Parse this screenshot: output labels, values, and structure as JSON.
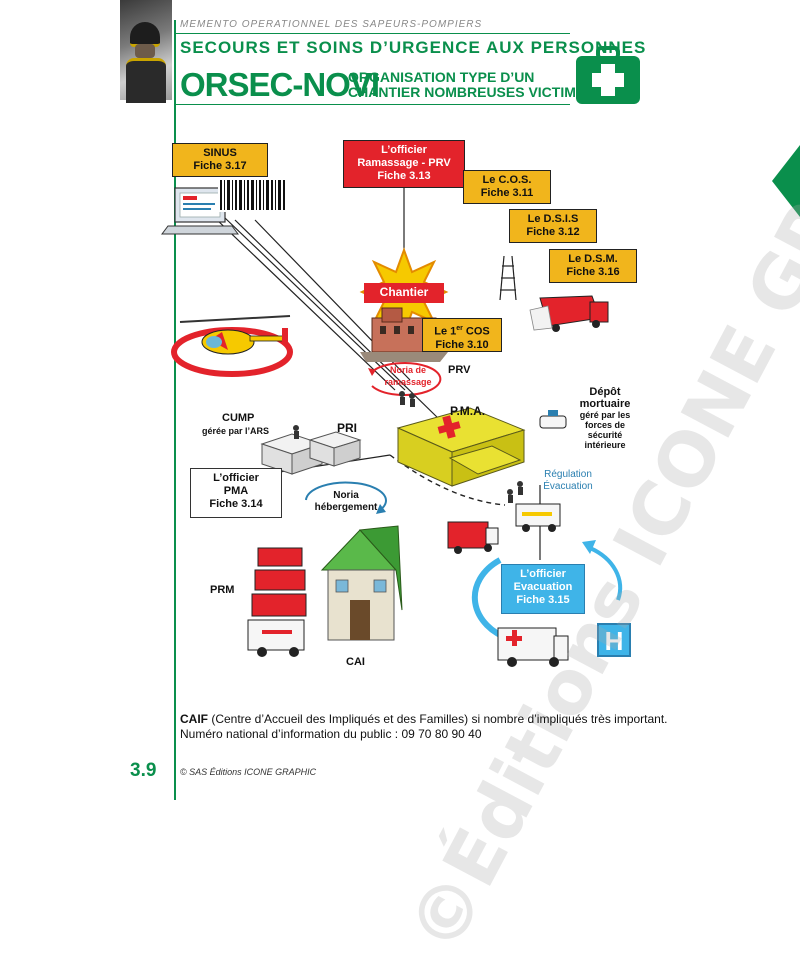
{
  "header": {
    "series": "MEMENTO OPERATIONNEL DES SAPEURS-POMPIERS",
    "section": "SECOURS ET SOINS D’URGENCE AUX PERSONNES",
    "title": "ORSEC-NOVI",
    "subtitle_line1": "ORGANISATION TYPE D’UN",
    "subtitle_line2": "CHANTIER NOMBREUSES VICTIMES"
  },
  "boxes": {
    "sinus": {
      "line1": "SINUS",
      "line2": "Fiche 3.17"
    },
    "officier_ramassage": {
      "line1": "L’officier",
      "line2": "Ramassage - PRV",
      "line3": "Fiche 3.13"
    },
    "cos": {
      "line1": "Le C.O.S.",
      "line2": "Fiche 3.11"
    },
    "dsis": {
      "line1": "Le D.S.I.S",
      "line2": "Fiche 3.12"
    },
    "dsm": {
      "line1": "Le D.S.M.",
      "line2": "Fiche 3.16"
    },
    "premier_cos": {
      "line1a": "Le 1",
      "line1sup": "er",
      "line1b": " COS",
      "line2": "Fiche 3.10"
    },
    "officier_pma": {
      "line1": "L’officier",
      "line2": "PMA",
      "line3": "Fiche 3.14"
    },
    "officier_evac": {
      "line1": "L’officier",
      "line2": "Evacuation",
      "line3": "Fiche 3.15"
    }
  },
  "labels": {
    "chantier": "Chantier",
    "noria_ramassage_1": "Noria de",
    "noria_ramassage_2": "ramassage",
    "prv": "PRV",
    "pma": "P.M.A.",
    "depot_1": "Dépôt",
    "depot_2": "mortuaire",
    "depot_3": "géré par les",
    "depot_4": "forces de",
    "depot_5": "sécurité",
    "depot_6": "intérieure",
    "cump": "CUMP",
    "cump_sub": "gérée par l’ARS",
    "pri": "PRI",
    "regulation_1": "Régulation",
    "regulation_2": "Évacuation",
    "noria_heberg_1": "Noria",
    "noria_heberg_2": "hébergement",
    "prm": "PRM",
    "cai": "CAI",
    "hospital": "H",
    "kit_mark": "+"
  },
  "footer": {
    "caif_bold": "CAIF",
    "caif_text": " (Centre d’Accueil des Impliqués et des Familles) si nombre d’impliqués très important.",
    "numero": "Numéro national d’information du public : 09 70 80 90 40",
    "page": "3.9",
    "copyright": "© SAS Éditions ICONE GRAPHIC"
  },
  "watermark": "©Éditions ICONE GRAPHIC",
  "colors": {
    "green": "#0a8f4c",
    "yellow": "#f1b51c",
    "red": "#e3232b",
    "blue": "#3fb4e8"
  }
}
